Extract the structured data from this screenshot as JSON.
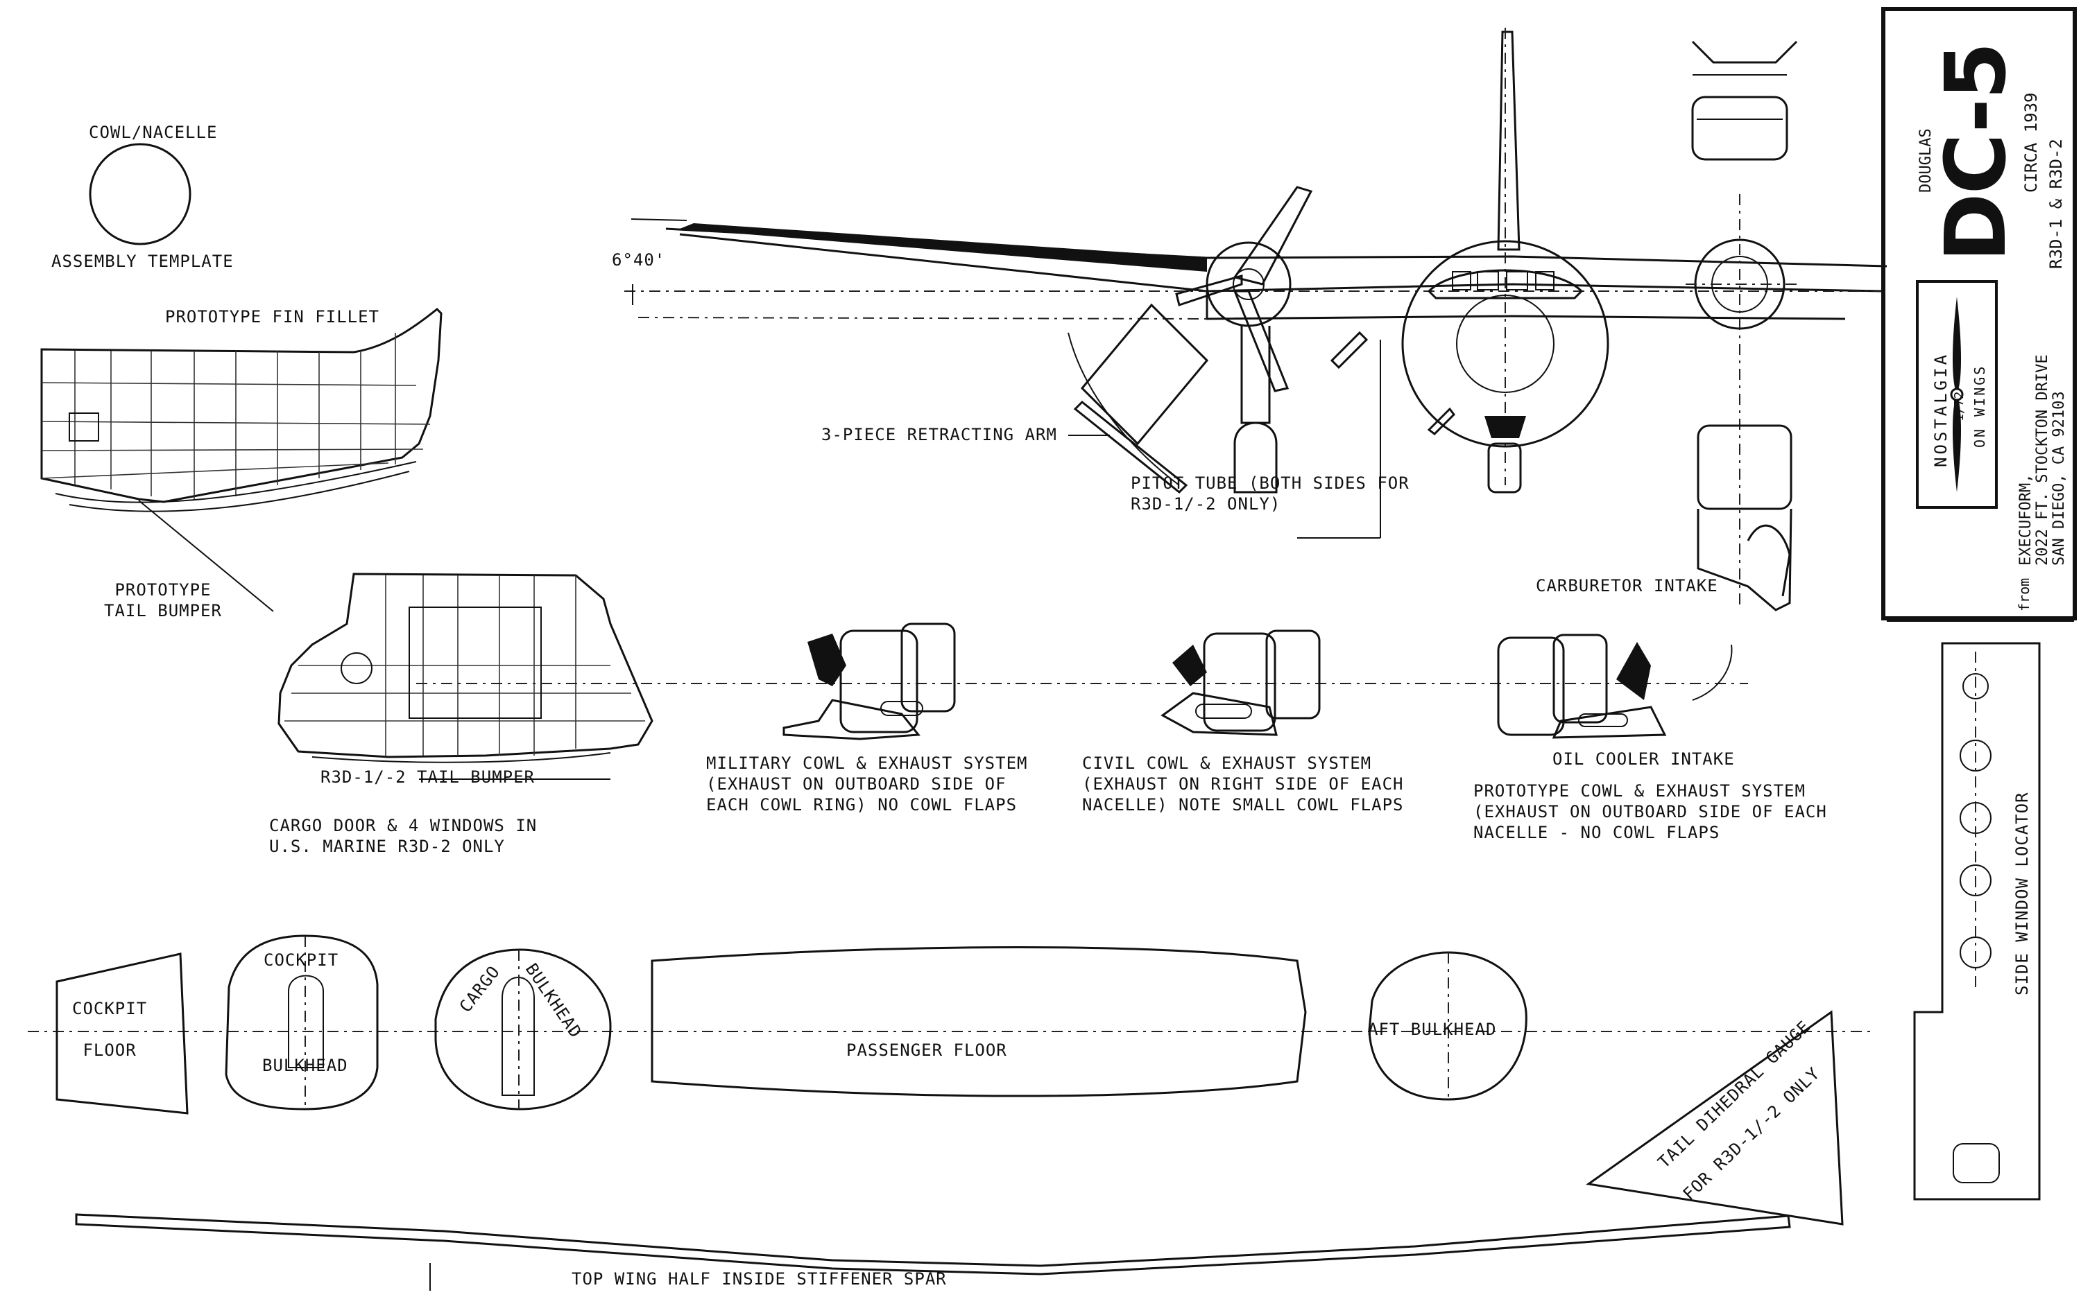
{
  "labels": {
    "cowl_nacelle": "COWL/NACELLE",
    "assembly_template": "ASSEMBLY TEMPLATE",
    "prototype_fin_fillet": "PROTOTYPE FIN FILLET",
    "prototype_tail_bumper_1": "PROTOTYPE",
    "prototype_tail_bumper_2": "TAIL BUMPER",
    "r3d_tail_bumper": "R3D-1/-2 TAIL BUMPER",
    "cargo_door_1": "CARGO DOOR & 4 WINDOWS IN",
    "cargo_door_2": "U.S. MARINE R3D-2 ONLY",
    "dihedral_angle": "6°40'",
    "retracting_arm": "3-PIECE RETRACTING ARM",
    "pitot_1": "PITOT TUBE (BOTH SIDES FOR",
    "pitot_2": "R3D-1/-2 ONLY)",
    "carburetor_intake": "CARBURETOR INTAKE",
    "oil_cooler_intake": "OIL COOLER INTAKE",
    "military_1": "MILITARY COWL & EXHAUST SYSTEM",
    "military_2": "(EXHAUST ON OUTBOARD SIDE OF",
    "military_3": "EACH COWL RING) NO COWL FLAPS",
    "civil_1": "CIVIL COWL & EXHAUST SYSTEM",
    "civil_2": "(EXHAUST ON RIGHT SIDE OF EACH",
    "civil_3": "NACELLE) NOTE SMALL COWL FLAPS",
    "prototype_1": "PROTOTYPE COWL & EXHAUST SYSTEM",
    "prototype_2": "(EXHAUST ON OUTBOARD SIDE OF EACH",
    "prototype_3": "NACELLE - NO COWL FLAPS",
    "cockpit_floor_1": "COCKPIT",
    "cockpit_floor_2": "FLOOR",
    "cockpit_bulkhead_1": "COCKPIT",
    "cockpit_bulkhead_2": "BULKHEAD",
    "cargo_bulkhead_1": "CARGO",
    "cargo_bulkhead_2": "BULKHEAD",
    "passenger_floor": "PASSENGER FLOOR",
    "aft_bulkhead": "AFT BULKHEAD",
    "tail_dihedral_1": "TAIL DIHEDRAL GAUGE",
    "tail_dihedral_2": "FOR R3D-1/-2 ONLY",
    "side_window_locator": "SIDE WINDOW LOCATOR",
    "spar": "TOP WING HALF INSIDE STIFFENER SPAR"
  },
  "title_block": {
    "maker": "DOUGLAS",
    "model": "DC-5",
    "circa": "CIRCA 1939",
    "variants": "R3D-1 & R3D-2",
    "logo_line1": "NOSTALGIA",
    "logo_line2": "ON WINGS",
    "logo_scale": "1/72",
    "from": "from",
    "address_1": "EXECUFORM,",
    "address_2": "2022 FT. STOCKTON DRIVE",
    "address_3": "SAN DIEGO, CA 92103"
  }
}
